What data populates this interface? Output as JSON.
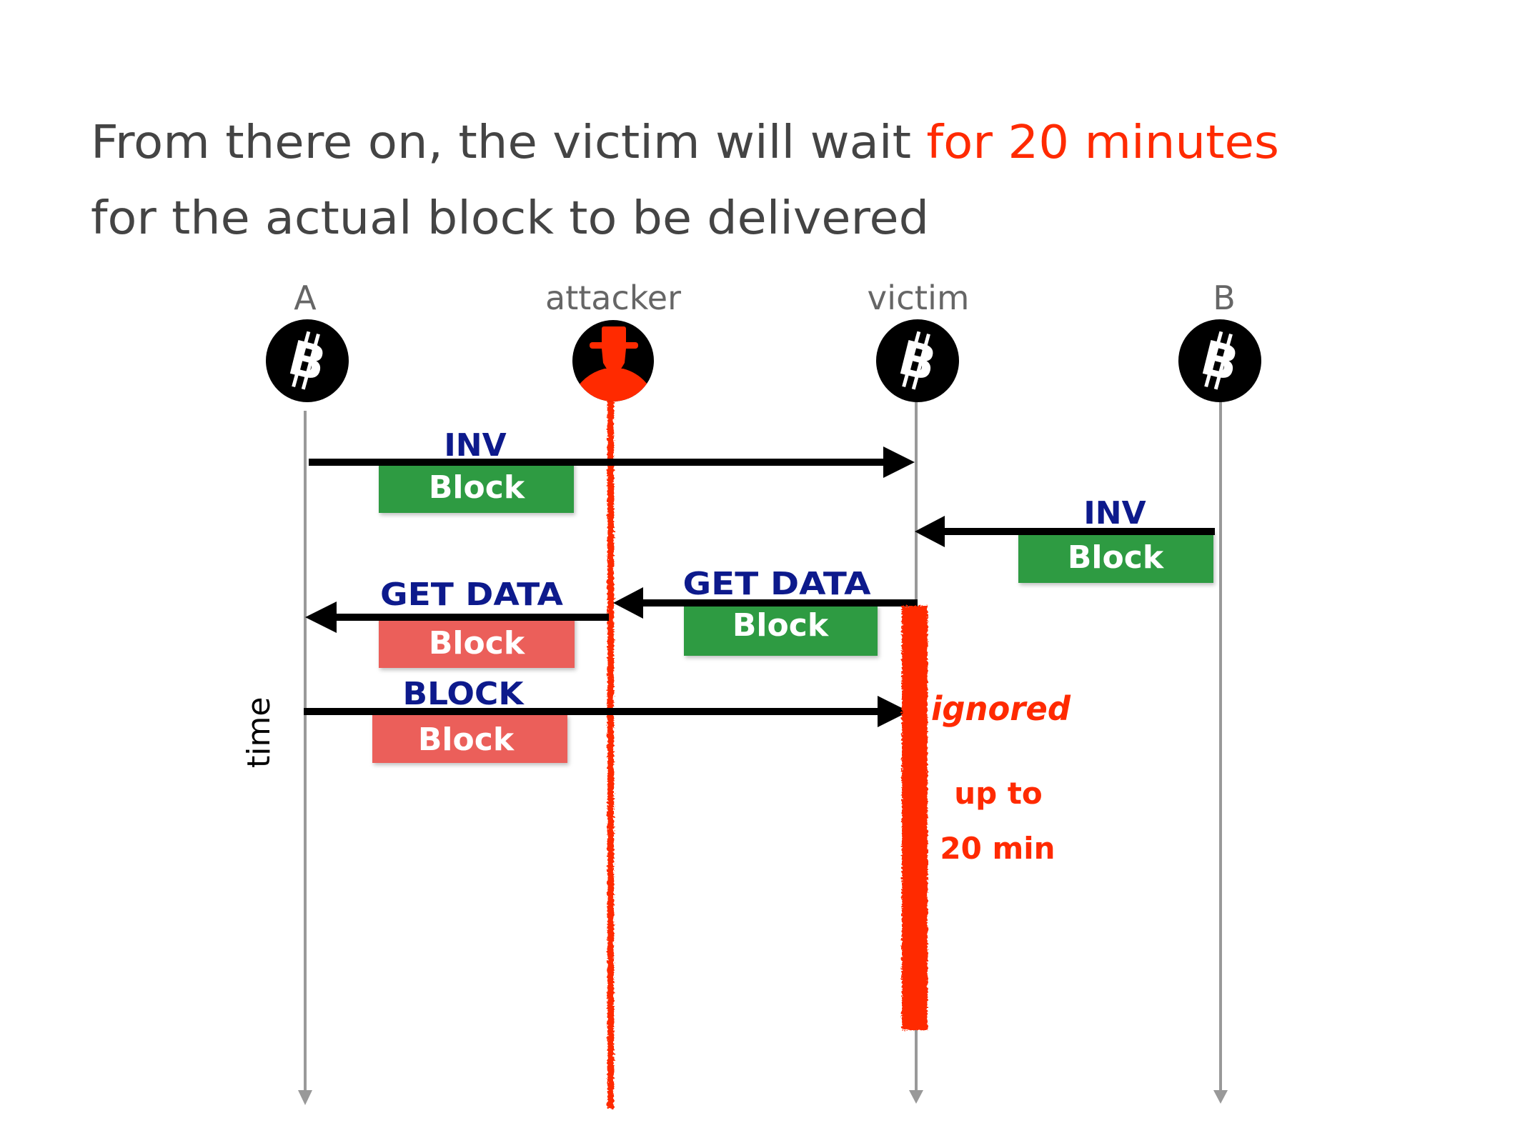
{
  "title": {
    "line1_prefix": "From there on, the victim will wait ",
    "line1_highlight": "for 20 minutes",
    "line2": "for the actual block to be delivered"
  },
  "colors": {
    "text": "#444444",
    "highlight": "#ff2a00",
    "message_label": "#0d1a8c",
    "valid_block": "#2e9b42",
    "invalid_block": "#eb5e5a",
    "lifeline": "#999999",
    "attacker": "#ff2a00"
  },
  "nodes": [
    {
      "id": "A",
      "label": "A",
      "icon": "bitcoin-icon",
      "glyph": "B"
    },
    {
      "id": "attacker",
      "label": "attacker",
      "icon": "spy-icon"
    },
    {
      "id": "victim",
      "label": "victim",
      "icon": "bitcoin-icon",
      "glyph": "B"
    },
    {
      "id": "B",
      "label": "B",
      "icon": "bitcoin-icon",
      "glyph": "B"
    }
  ],
  "messages": [
    {
      "from": "A",
      "to": "victim",
      "label": "INV",
      "payload": "Block",
      "payload_status": "valid"
    },
    {
      "from": "B",
      "to": "victim",
      "label": "INV",
      "payload": "Block",
      "payload_status": "valid"
    },
    {
      "from": "victim",
      "to": "attacker",
      "label": "GET DATA",
      "payload": "Block",
      "payload_status": "valid"
    },
    {
      "from": "attacker",
      "to": "A",
      "label": "GET DATA",
      "payload": "Block",
      "payload_status": "invalid"
    },
    {
      "from": "A",
      "to": "victim",
      "label": "BLOCK",
      "payload": "Block",
      "payload_status": "invalid"
    }
  ],
  "annotations": {
    "ignored": "ignored",
    "wait_line1": "up to",
    "wait_line2": "20 min",
    "time_axis": "time"
  }
}
